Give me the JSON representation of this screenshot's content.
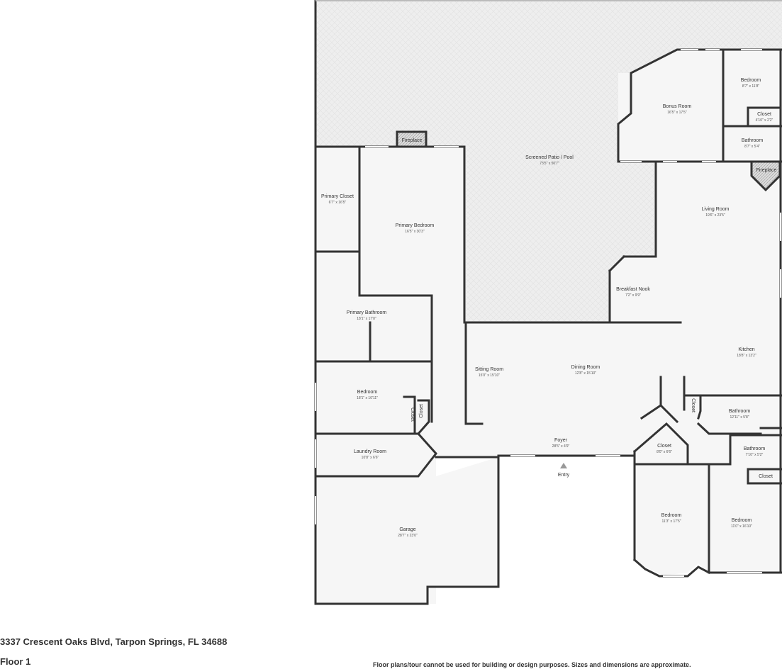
{
  "rooms": {
    "patio": {
      "name": "Screened Patio / Pool",
      "dims": "73'5\" x 50'7\""
    },
    "bonus": {
      "name": "Bonus Room",
      "dims": "16'5\" x 17'5\""
    },
    "bedroom_ne": {
      "name": "Bedroom",
      "dims": "8'7\" x 11'8\""
    },
    "closet_ne": {
      "name": "Closet",
      "dims": "4'10\" x 2'2\""
    },
    "bath_ne": {
      "name": "Bathroom",
      "dims": "8'7\" x 5'4\""
    },
    "fireplace_living": {
      "name": "Fireplace"
    },
    "living": {
      "name": "Living Room",
      "dims": "19'6\" x 23'5\""
    },
    "fireplace_primary": {
      "name": "Fireplace"
    },
    "primary_closet": {
      "name": "Primary Closet",
      "dims": "6'7\" x 16'5\""
    },
    "primary_bedroom": {
      "name": "Primary Bedroom",
      "dims": "16'5\" x 30'3\""
    },
    "breakfast": {
      "name": "Breakfast Nook",
      "dims": "7'2\" x 9'9\""
    },
    "primary_bath": {
      "name": "Primary Bathroom",
      "dims": "18'1\" x 17'0\""
    },
    "kitchen": {
      "name": "Kitchen",
      "dims": "18'8\" x 13'2\""
    },
    "sitting": {
      "name": "Sitting Room",
      "dims": "15'0\" x 15'10\""
    },
    "dining": {
      "name": "Dining Room",
      "dims": "12'8\" x 15'10\""
    },
    "bedroom_w": {
      "name": "Bedroom",
      "dims": "18'1\" x 10'11\""
    },
    "closet_w1": {
      "name": "Closet"
    },
    "closet_w2": {
      "name": "Closet"
    },
    "closet_e": {
      "name": "Closet"
    },
    "bath_e1": {
      "name": "Bathroom",
      "dims": "12'11\" x 5'8\""
    },
    "foyer": {
      "name": "Foyer",
      "dims": "28'5\" x 4'9\""
    },
    "closet_mid": {
      "name": "Closet",
      "dims": "8'0\" x 6'6\""
    },
    "bath_e2": {
      "name": "Bathroom",
      "dims": "7'10\" x 5'2\""
    },
    "closet_se": {
      "name": "Closet"
    },
    "laundry": {
      "name": "Laundry Room",
      "dims": "10'8\" x 6'6\""
    },
    "entry": {
      "name": "Entry"
    },
    "garage": {
      "name": "Garage",
      "dims": "28'7\" x 23'0\""
    },
    "bedroom_s1": {
      "name": "Bedroom",
      "dims": "11'3\" x 17'5\""
    },
    "bedroom_s2": {
      "name": "Bedroom",
      "dims": "11'0\" x 16'10\""
    }
  },
  "footer": {
    "address": "3337 Crescent Oaks Blvd, Tarpon Springs, FL 34688",
    "floor": "Floor 1",
    "disclaimer": "Floor plans/tour cannot be used for building or design purposes. Sizes and dimensions are approximate."
  },
  "colors": {
    "wall": "#333333",
    "floor": "#f6f6f6",
    "patio": "#efefef",
    "window": "#bdbdbd"
  }
}
